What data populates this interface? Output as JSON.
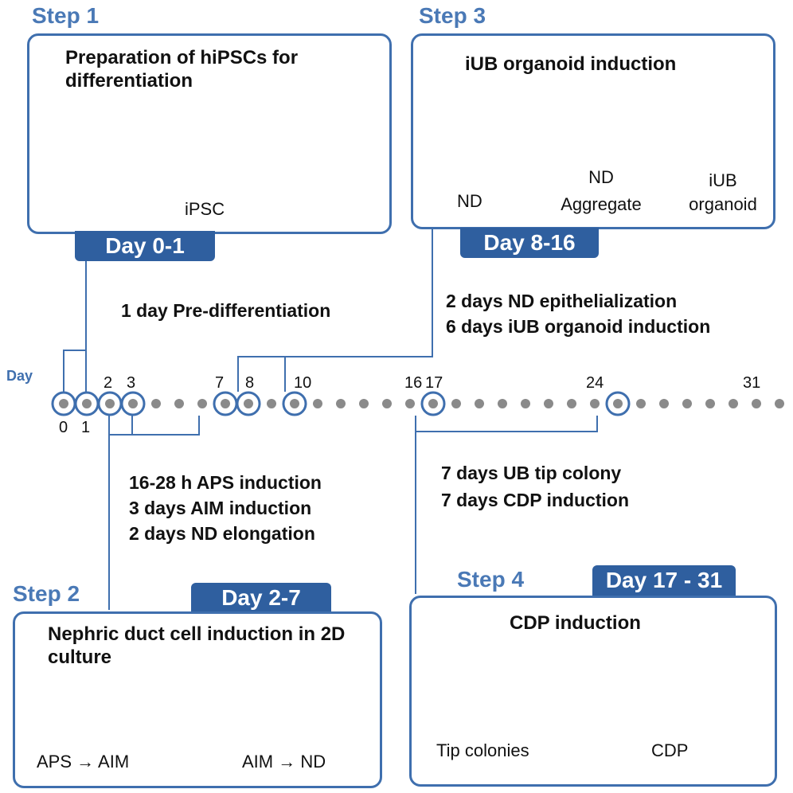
{
  "steps": [
    {
      "label": "Step 1",
      "day": "Day 0-1",
      "title": "Preparation of hiPSCs for differentiation",
      "items": [
        "iPSC"
      ]
    },
    {
      "label": "Step 2",
      "day": "Day 2-7",
      "title": "Nephric duct cell induction in 2D culture",
      "items": [
        "APS → AIM",
        "AIM → ND"
      ]
    },
    {
      "label": "Step 3",
      "day": "Day 8-16",
      "title": "iUB organoid induction",
      "items": [
        "ND",
        "ND Aggregate",
        "iUB organoid"
      ]
    },
    {
      "label": "Step 4",
      "day": "Day 17 - 31",
      "title": "CDP induction",
      "items": [
        "Tip colonies",
        "CDP"
      ]
    }
  ],
  "timeline": {
    "axis_label": "Day",
    "highlighted_days": [
      0,
      1,
      2,
      3,
      7,
      8,
      10,
      16,
      24
    ],
    "labels_above": [
      "2",
      "3",
      "7",
      "8",
      "10",
      "16",
      "17",
      "24",
      "31"
    ],
    "labels_below": [
      "0",
      "1"
    ],
    "total_days": 31
  },
  "descriptions": {
    "pre": "1 day Pre-differentiation",
    "step2": [
      "16-28 h APS induction",
      "3 days AIM induction",
      "2 days ND elongation"
    ],
    "step3": [
      "2 days ND epithelialization",
      "6 days iUB organoid induction"
    ],
    "step4": [
      "7 days UB tip colony",
      "7 days CDP induction"
    ]
  },
  "colors": {
    "accent": "#3f6fae",
    "badge": "#2f5f9f",
    "arrow": "#5b9bd5",
    "dot": "#8a8a8a",
    "aggregate": "#4caf3a",
    "organoid": "#1f2f6b",
    "magenta": "#c000c0",
    "yellow": "#f5e800",
    "pink": "#f3dada"
  }
}
